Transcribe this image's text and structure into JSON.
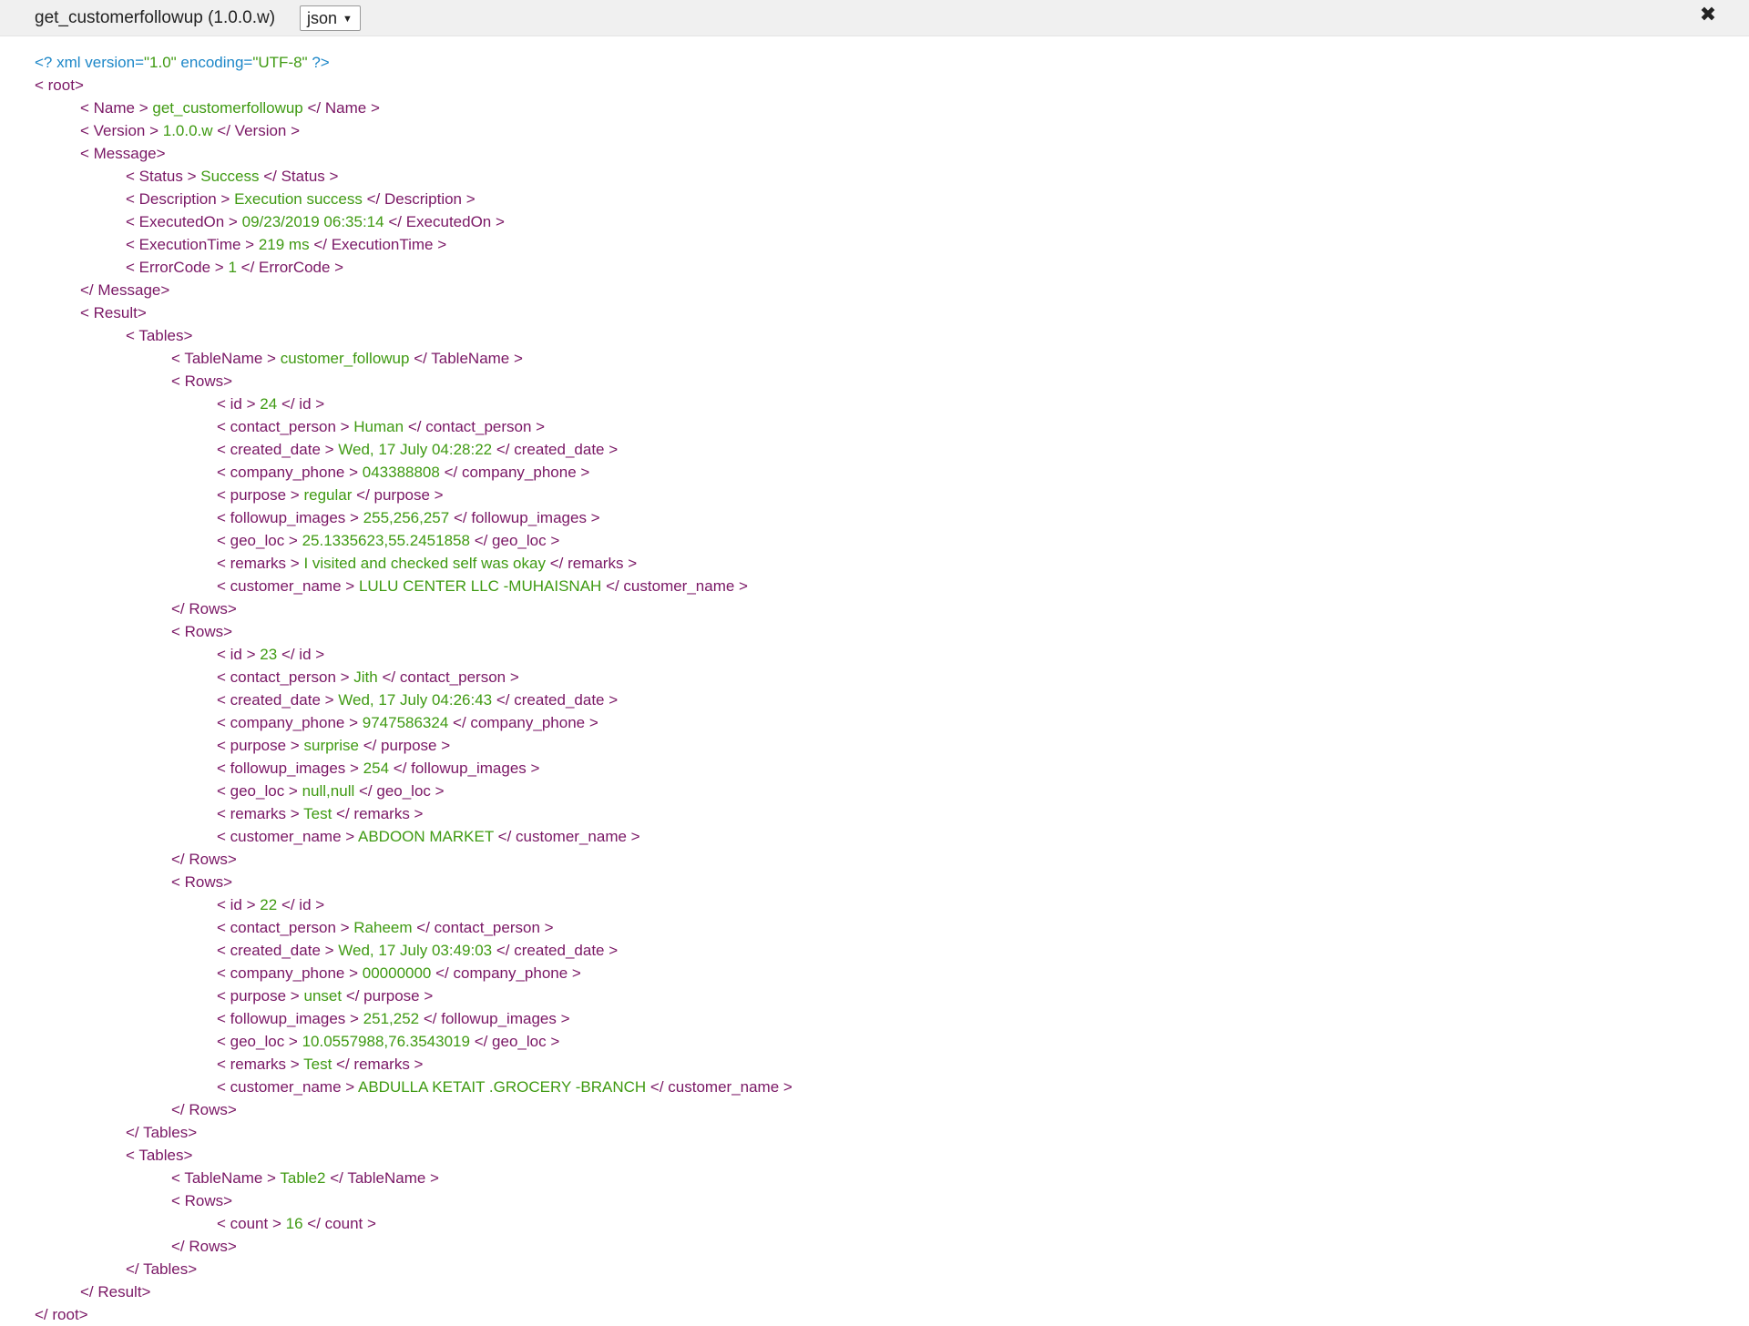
{
  "header": {
    "title": "get_customerfollowup (1.0.0.w)",
    "format_selected": "json",
    "close_symbol": "✖"
  },
  "colors": {
    "tag": "#7a1765",
    "value": "#3f9a12",
    "declaration": "#1d87c8",
    "header_bg": "#f0f0f0"
  },
  "xml_declaration": {
    "prefix": "<? xml version=",
    "version": "\"1.0\"",
    "encoding_label": " encoding=",
    "encoding": "\"UTF-8\"",
    "suffix": " ?>"
  },
  "lines": [
    {
      "depth": 0,
      "open": "< root>"
    },
    {
      "depth": 1,
      "open": "< Name >",
      "value": "get_customerfollowup",
      "close": "</ Name >"
    },
    {
      "depth": 1,
      "open": "< Version >",
      "value": "1.0.0.w",
      "close": "</ Version >"
    },
    {
      "depth": 1,
      "open": "< Message>"
    },
    {
      "depth": 2,
      "open": "< Status >",
      "value": "Success",
      "close": "</ Status >"
    },
    {
      "depth": 2,
      "open": "< Description >",
      "value": "Execution success",
      "close": "</ Description >"
    },
    {
      "depth": 2,
      "open": "< ExecutedOn >",
      "value": "09/23/2019 06:35:14",
      "close": "</ ExecutedOn >"
    },
    {
      "depth": 2,
      "open": "< ExecutionTime >",
      "value": "219 ms",
      "close": "</ ExecutionTime >"
    },
    {
      "depth": 2,
      "open": "< ErrorCode >",
      "value": "1",
      "close": "</ ErrorCode >"
    },
    {
      "depth": 1,
      "open": "</ Message>"
    },
    {
      "depth": 1,
      "open": "< Result>"
    },
    {
      "depth": 2,
      "open": "< Tables>"
    },
    {
      "depth": 3,
      "open": "< TableName >",
      "value": "customer_followup",
      "close": "</ TableName >"
    },
    {
      "depth": 3,
      "open": "< Rows>"
    },
    {
      "depth": 4,
      "open": "< id >",
      "value": "24",
      "close": "</ id >"
    },
    {
      "depth": 4,
      "open": "< contact_person >",
      "value": "Human",
      "close": "</ contact_person >"
    },
    {
      "depth": 4,
      "open": "< created_date >",
      "value": "Wed, 17 July 04:28:22",
      "close": "</ created_date >"
    },
    {
      "depth": 4,
      "open": "< company_phone >",
      "value": "043388808",
      "close": "</ company_phone >"
    },
    {
      "depth": 4,
      "open": "< purpose >",
      "value": "regular",
      "close": "</ purpose >"
    },
    {
      "depth": 4,
      "open": "< followup_images >",
      "value": "255,256,257",
      "close": "</ followup_images >"
    },
    {
      "depth": 4,
      "open": "< geo_loc >",
      "value": "25.1335623,55.2451858",
      "close": "</ geo_loc >"
    },
    {
      "depth": 4,
      "open": "< remarks >",
      "value": "I visited and checked self was okay",
      "close": "</ remarks >"
    },
    {
      "depth": 4,
      "open": "< customer_name >",
      "value": "LULU CENTER LLC -MUHAISNAH",
      "close": "</ customer_name >"
    },
    {
      "depth": 3,
      "open": "</ Rows>"
    },
    {
      "depth": 3,
      "open": "< Rows>"
    },
    {
      "depth": 4,
      "open": "< id >",
      "value": "23",
      "close": "</ id >"
    },
    {
      "depth": 4,
      "open": "< contact_person >",
      "value": "Jith",
      "close": "</ contact_person >"
    },
    {
      "depth": 4,
      "open": "< created_date >",
      "value": "Wed, 17 July 04:26:43",
      "close": "</ created_date >"
    },
    {
      "depth": 4,
      "open": "< company_phone >",
      "value": "9747586324",
      "close": "</ company_phone >"
    },
    {
      "depth": 4,
      "open": "< purpose >",
      "value": "surprise",
      "close": "</ purpose >"
    },
    {
      "depth": 4,
      "open": "< followup_images >",
      "value": "254",
      "close": "</ followup_images >"
    },
    {
      "depth": 4,
      "open": "< geo_loc >",
      "value": "null,null",
      "close": "</ geo_loc >"
    },
    {
      "depth": 4,
      "open": "< remarks >",
      "value": "Test",
      "close": "</ remarks >"
    },
    {
      "depth": 4,
      "open": "< customer_name >",
      "value": "ABDOON MARKET",
      "close": "</ customer_name >"
    },
    {
      "depth": 3,
      "open": "</ Rows>"
    },
    {
      "depth": 3,
      "open": "< Rows>"
    },
    {
      "depth": 4,
      "open": "< id >",
      "value": "22",
      "close": "</ id >"
    },
    {
      "depth": 4,
      "open": "< contact_person >",
      "value": "Raheem",
      "close": "</ contact_person >"
    },
    {
      "depth": 4,
      "open": "< created_date >",
      "value": "Wed, 17 July 03:49:03",
      "close": "</ created_date >"
    },
    {
      "depth": 4,
      "open": "< company_phone >",
      "value": "00000000",
      "close": "</ company_phone >"
    },
    {
      "depth": 4,
      "open": "< purpose >",
      "value": "unset",
      "close": "</ purpose >"
    },
    {
      "depth": 4,
      "open": "< followup_images >",
      "value": "251,252",
      "close": "</ followup_images >"
    },
    {
      "depth": 4,
      "open": "< geo_loc >",
      "value": "10.0557988,76.3543019",
      "close": "</ geo_loc >"
    },
    {
      "depth": 4,
      "open": "< remarks >",
      "value": "Test",
      "close": "</ remarks >"
    },
    {
      "depth": 4,
      "open": "< customer_name >",
      "value": "ABDULLA KETAIT .GROCERY -BRANCH",
      "close": "</ customer_name >"
    },
    {
      "depth": 3,
      "open": "</ Rows>"
    },
    {
      "depth": 2,
      "open": "</ Tables>"
    },
    {
      "depth": 2,
      "open": "< Tables>"
    },
    {
      "depth": 3,
      "open": "< TableName >",
      "value": "Table2",
      "close": "</ TableName >"
    },
    {
      "depth": 3,
      "open": "< Rows>"
    },
    {
      "depth": 4,
      "open": "< count >",
      "value": "16",
      "close": "</ count >"
    },
    {
      "depth": 3,
      "open": "</ Rows>"
    },
    {
      "depth": 2,
      "open": "</ Tables>"
    },
    {
      "depth": 1,
      "open": "</ Result>"
    },
    {
      "depth": 0,
      "open": "</ root>"
    }
  ]
}
